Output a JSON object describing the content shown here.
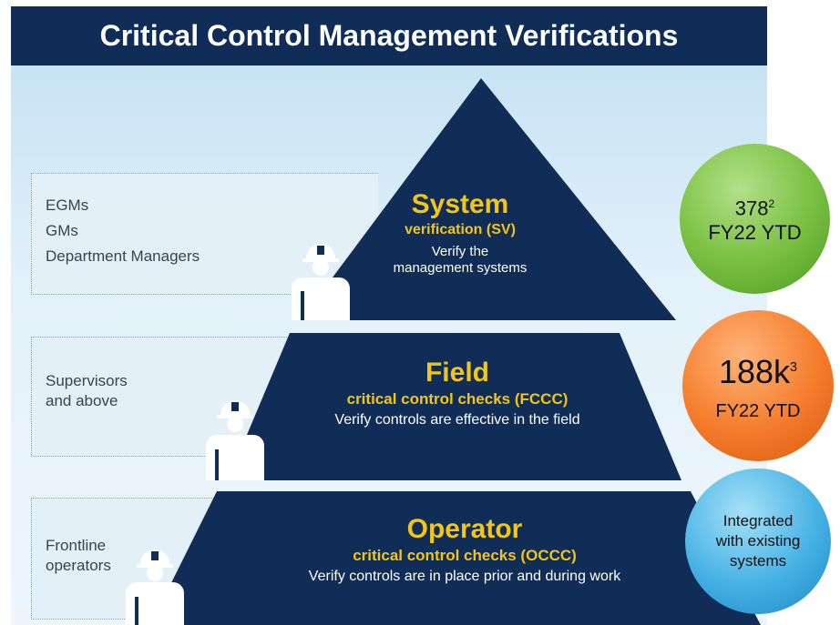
{
  "title": "Critical Control Management Verifications",
  "tiers": {
    "system": {
      "roles": [
        "EGMs",
        "GMs",
        "Department Managers"
      ],
      "heading": "System",
      "subheading": "verification (SV)",
      "description_line1": "Verify the",
      "description_line2": "management systems",
      "metric": {
        "value": "378",
        "footnote": "2",
        "period": "FY22 YTD"
      }
    },
    "field": {
      "roles": [
        "Supervisors",
        "and above"
      ],
      "heading": "Field",
      "subheading": "critical control checks (FCCC)",
      "description": "Verify controls are effective in the field",
      "metric": {
        "value": "188k",
        "footnote": "3",
        "period": "FY22 YTD"
      }
    },
    "operator": {
      "roles": [
        "Frontline",
        "operators"
      ],
      "heading": "Operator",
      "subheading": "critical control checks (OCCC)",
      "description": "Verify controls are in place prior and during work",
      "metric": {
        "lines": [
          "Integrated",
          "with existing",
          "systems"
        ]
      }
    }
  },
  "colors": {
    "navy": "#0f2d56",
    "gold": "#f4c519",
    "green": "#7cc245",
    "orange": "#f47c2b",
    "blue": "#46b1e4"
  },
  "icons": [
    "worker-hardhat-icon"
  ]
}
